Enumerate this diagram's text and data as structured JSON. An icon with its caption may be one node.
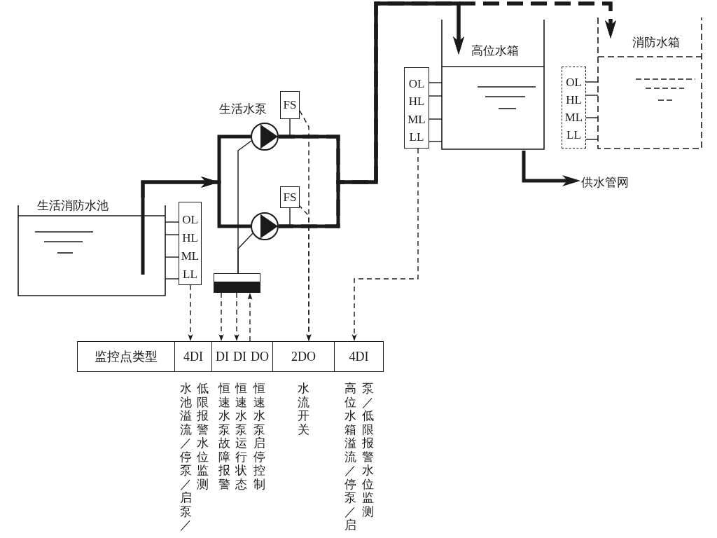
{
  "diagram": {
    "nodes": [
      {
        "text": [
          "生活消防水池"
        ]
      },
      {
        "text": [
          "OL",
          "HL",
          "ML",
          "LL"
        ]
      },
      {
        "text": [],
        "shape": "circle"
      },
      {
        "text": [],
        "shape": "circle"
      },
      {
        "text": [
          "FS"
        ]
      },
      {
        "text": [
          "FS"
        ]
      },
      {
        "text": [],
        "shape": "box"
      },
      {
        "text": [
          "高位水箱"
        ]
      },
      {
        "text": [
          "OL",
          "HL",
          "ML",
          "LL"
        ]
      },
      {
        "text": [
          "消防水箱"
        ]
      },
      {
        "text": [
          "OL",
          "HL",
          "ML",
          "LL"
        ]
      },
      {
        "text": [
          "供水管网"
        ]
      },
      {
        "text": [
          "监控点类型"
        ]
      },
      {
        "text": [
          "4DI"
        ],
        "beside": [
          "水池溢流／停泵／启泵／低限报警水位监测"
        ]
      },
      {
        "text": [
          "DI",
          "DI",
          "DO"
        ],
        "beside": [
          "恒速水泵故障报警",
          "恒速水泵运行状态",
          "恒速水泵启停控制"
        ]
      },
      {
        "text": [
          "2DO"
        ],
        "beside": [
          "水流开关"
        ]
      },
      {
        "text": [
          "4DI"
        ],
        "beside": [
          "高位水箱溢流／停泵／启泵／低限报警水位监测"
        ]
      }
    ],
    "edges": [
      {
        "from": 0,
        "to": 2,
        "arrow": "to",
        "style": "thick"
      },
      {
        "from": 0,
        "to": 3,
        "arrow": "to",
        "style": "thick"
      },
      {
        "from": 2,
        "to": 7,
        "arrow": "to",
        "style": "thick"
      },
      {
        "from": 3,
        "to": 7,
        "arrow": "to",
        "style": "thick"
      },
      {
        "from": 2,
        "to": 9,
        "arrow": "to",
        "style": "dashed"
      },
      {
        "from": 3,
        "to": 9,
        "arrow": "to",
        "style": "dashed"
      },
      {
        "from": 7,
        "to": 11,
        "arrow": "to",
        "style": "thick"
      },
      {
        "from": 1,
        "to": 0,
        "arrow": "none"
      },
      {
        "from": 1,
        "to": 0,
        "arrow": "none"
      },
      {
        "from": 1,
        "to": 0,
        "arrow": "none"
      },
      {
        "from": 1,
        "to": 0,
        "arrow": "none"
      },
      {
        "from": 1,
        "to": 13,
        "arrow": "to",
        "style": "dashed"
      },
      {
        "from": 6,
        "to": 14,
        "arrow": "to",
        "style": "dashed"
      },
      {
        "from": 6,
        "to": 14,
        "arrow": "to",
        "style": "dashed"
      },
      {
        "from": 14,
        "to": 6,
        "arrow": "to",
        "style": "dashed"
      },
      {
        "from": 4,
        "to": 15,
        "arrow": "to",
        "style": "dashed"
      },
      {
        "from": 5,
        "to": 15,
        "arrow": "to",
        "style": "dashed"
      },
      {
        "from": 6,
        "to": 2,
        "arrow": "none"
      },
      {
        "from": 6,
        "to": 3,
        "arrow": "none"
      },
      {
        "from": 8,
        "to": 7,
        "arrow": "none"
      },
      {
        "from": 8,
        "to": 7,
        "arrow": "none"
      },
      {
        "from": 8,
        "to": 7,
        "arrow": "none"
      },
      {
        "from": 8,
        "to": 7,
        "arrow": "none"
      },
      {
        "from": 8,
        "to": 16,
        "arrow": "to",
        "style": "dashed"
      },
      {
        "from": 10,
        "to": 9,
        "arrow": "none"
      },
      {
        "from": 10,
        "to": 9,
        "arrow": "none"
      },
      {
        "from": 10,
        "to": 9,
        "arrow": "none"
      },
      {
        "from": 10,
        "to": 9,
        "arrow": "none"
      },
      {
        "from": 4,
        "to": 2,
        "arrow": "none"
      },
      {
        "from": 5,
        "to": 3,
        "arrow": "none"
      }
    ],
    "labels": [
      "生活水泵"
    ]
  }
}
